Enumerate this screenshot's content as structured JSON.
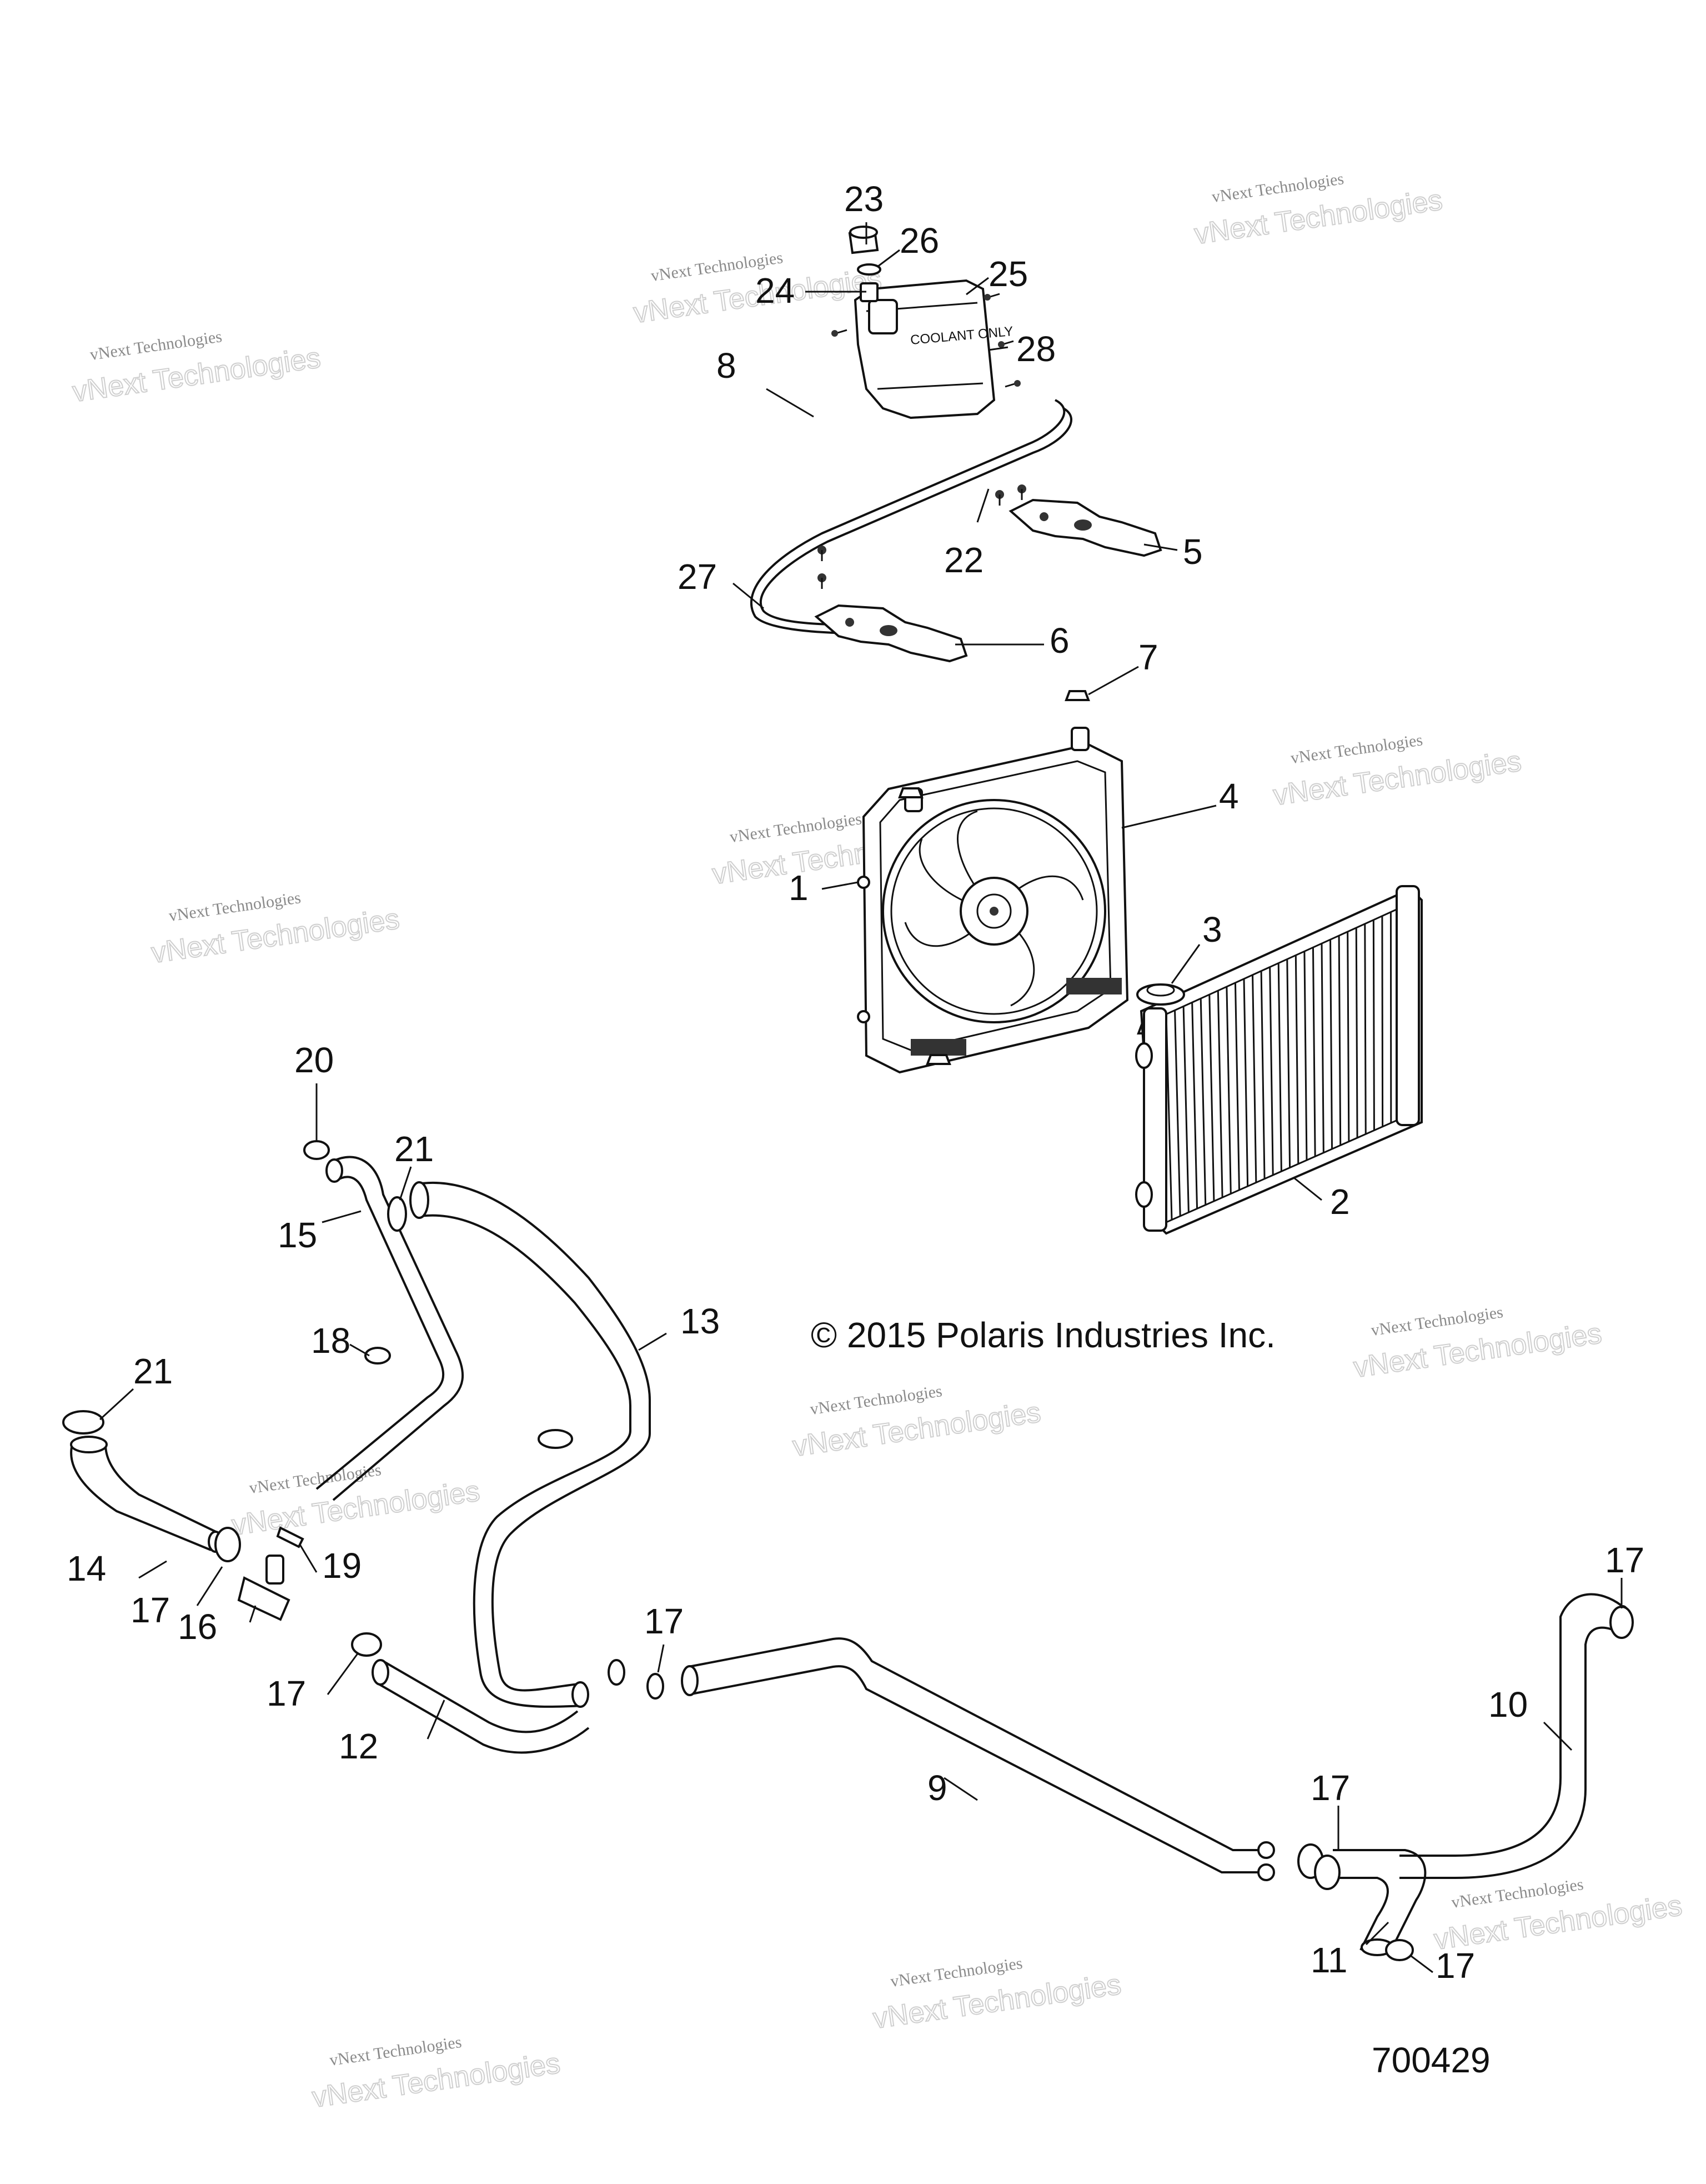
{
  "copyright": "© 2015 Polaris Industries Inc.",
  "part_number": "700429",
  "watermark": {
    "line1": "vNext Technologies",
    "line2": "vNext Technologies"
  },
  "tank_label": "COOLANT ONLY",
  "callouts": {
    "c1": "1",
    "c2": "2",
    "c3": "3",
    "c4": "4",
    "c5": "5",
    "c6": "6",
    "c7": "7",
    "c8": "8",
    "c9": "9",
    "c10": "10",
    "c11": "11",
    "c12": "12",
    "c13": "13",
    "c14": "14",
    "c15": "15",
    "c16": "16",
    "c17a": "17",
    "c17b": "17",
    "c17c": "17",
    "c17d": "17",
    "c17e": "17",
    "c17f": "17",
    "c18": "18",
    "c19": "19",
    "c20": "20",
    "c21a": "21",
    "c21b": "21",
    "c22": "22",
    "c23": "23",
    "c24": "24",
    "c25": "25",
    "c26": "26",
    "c27": "27",
    "c28": "28"
  }
}
